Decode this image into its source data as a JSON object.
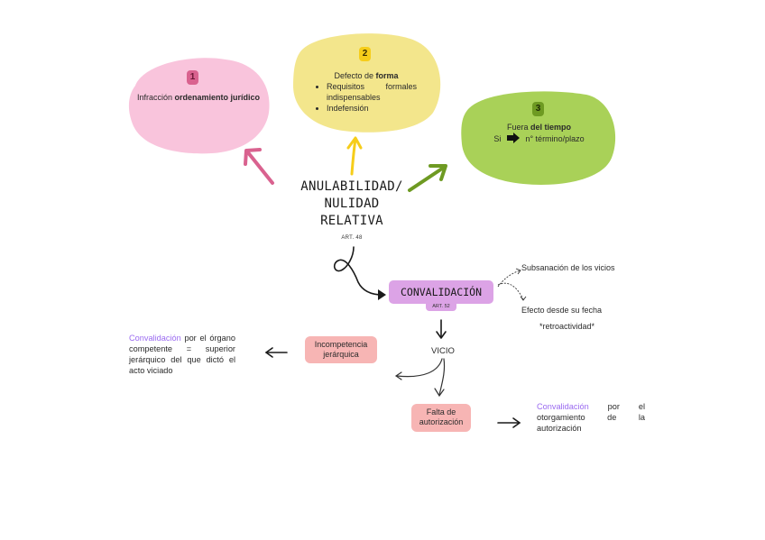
{
  "colors": {
    "pink_blob": "#f9c4dc",
    "yellow_blob": "#f3e68c",
    "green_blob": "#a9d158",
    "pink_arrow": "#d9628f",
    "yellow_arrow": "#f6cd1a",
    "green_arrow": "#6e9a22",
    "convalidacion_pill": "#dca3e6",
    "vicio_pill": "#f7b5b4",
    "highlight_purple": "#9a6af0"
  },
  "causes": [
    {
      "badge": "1",
      "text_plain": "Infracción ",
      "text_bold": "ordenamiento jurídico"
    },
    {
      "badge": "2",
      "title_plain": "Defecto de ",
      "title_bold": "forma",
      "bullets": [
        "Requisitos formales indispensables",
        "Indefensión"
      ]
    },
    {
      "badge": "3",
      "title_plain": "Fuera ",
      "title_bold": "del tiempo",
      "line_prefix": "Si",
      "arrow_icon": "right-arrow-icon",
      "line_suffix": "n° término/plazo"
    }
  ],
  "center": {
    "title_lines": [
      "ANULABILIDAD/",
      "NULIDAD",
      "RELATIVA"
    ],
    "article": "ART. 48"
  },
  "convalidacion": {
    "label": "CONVALIDACIÓN",
    "article": "ART. 52",
    "effects": [
      "Subsanación de los vicios",
      "Efecto desde su fecha",
      "*retroactividad*"
    ]
  },
  "vicio": {
    "label": "VICIO",
    "branches": [
      {
        "label": "Incompetencia jerárquica",
        "result_highlight": "Convalidación",
        "result_text": " por el órgano competente = superior jerárquico del que dictó el acto viciado"
      },
      {
        "label": "Falta de autorización",
        "result_highlight": "Convalidación",
        "result_text": " por el otorgamiento de la autorización"
      }
    ]
  }
}
